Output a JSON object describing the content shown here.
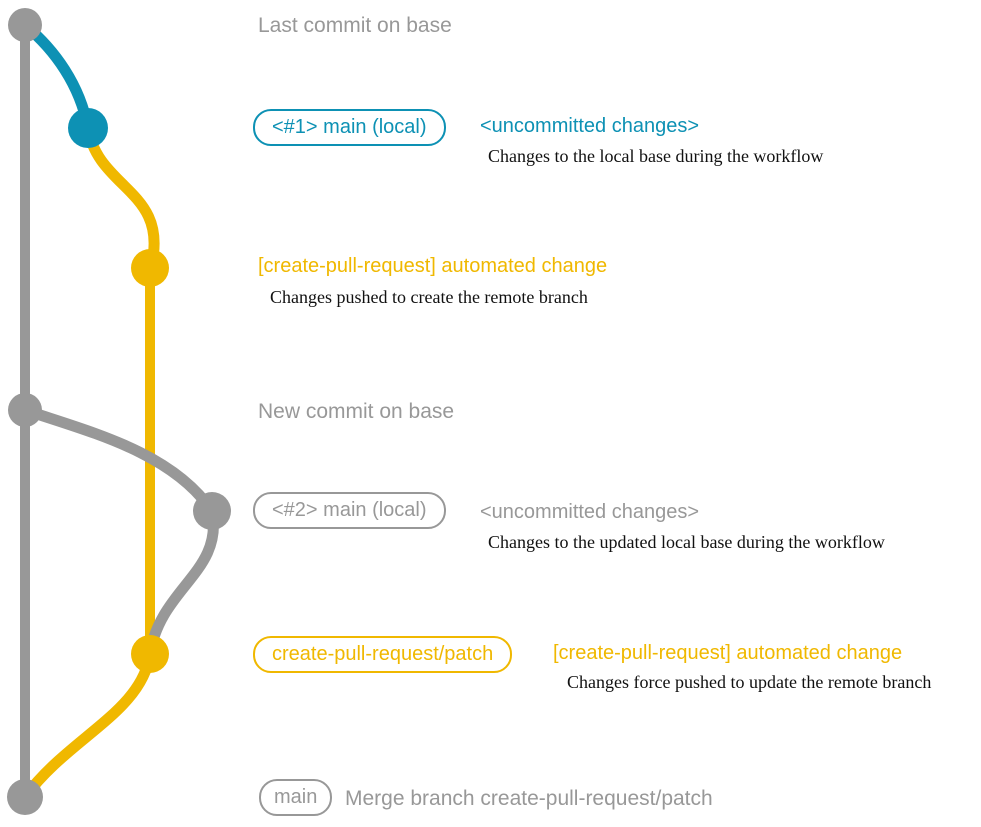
{
  "colors": {
    "base_gray": "#989898",
    "branch_blue": "#0d91b4",
    "branch_yellow": "#f0b800",
    "annotation_black": "#111111",
    "background": "#ffffff"
  },
  "graph": {
    "sections": [
      {
        "note": "Last commit on base"
      },
      {
        "badge": "<#1> main (local)",
        "heading": "<uncommitted changes>",
        "description": "Changes to the local base during the workflow"
      },
      {
        "heading": "[create-pull-request] automated change",
        "description": "Changes pushed to create the remote branch"
      },
      {
        "note": "New commit on base"
      },
      {
        "badge": "<#2> main (local)",
        "heading": "<uncommitted changes>",
        "description": "Changes to the updated local base during the workflow"
      },
      {
        "badge": "create-pull-request/patch",
        "heading": "[create-pull-request] automated change",
        "description": "Changes force pushed to update the remote branch"
      },
      {
        "badge": "main",
        "heading": "Merge branch create-pull-request/patch"
      }
    ]
  }
}
